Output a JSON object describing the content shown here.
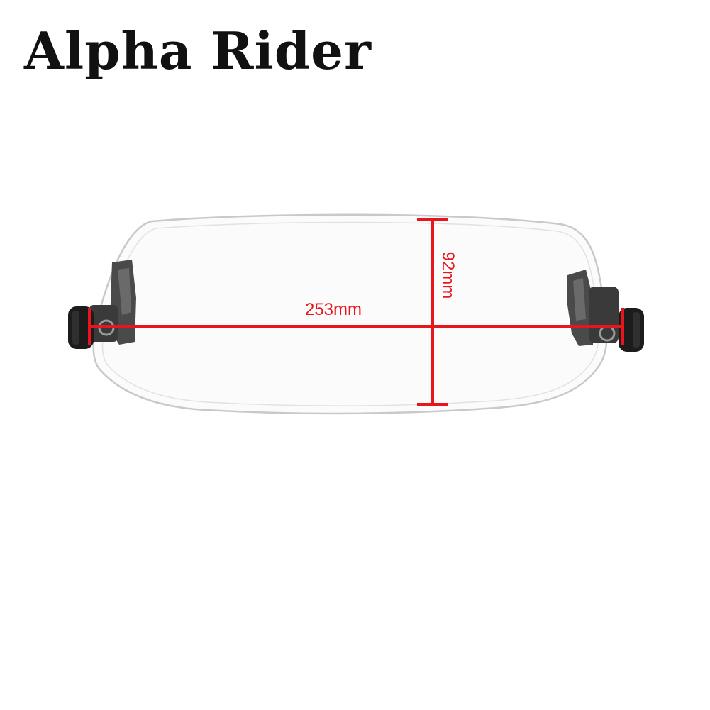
{
  "brand": {
    "name": "Alpha Rider"
  },
  "product": {
    "description_icon": "windscreen-deflector",
    "dimensions": {
      "width_label": "253mm",
      "height_label": "92mm"
    }
  },
  "colors": {
    "dimension_line": "#e8161c",
    "knob": "#1c1c1c",
    "bracket": "#4a4a4a",
    "lens_edge": "#c9c9c9"
  }
}
